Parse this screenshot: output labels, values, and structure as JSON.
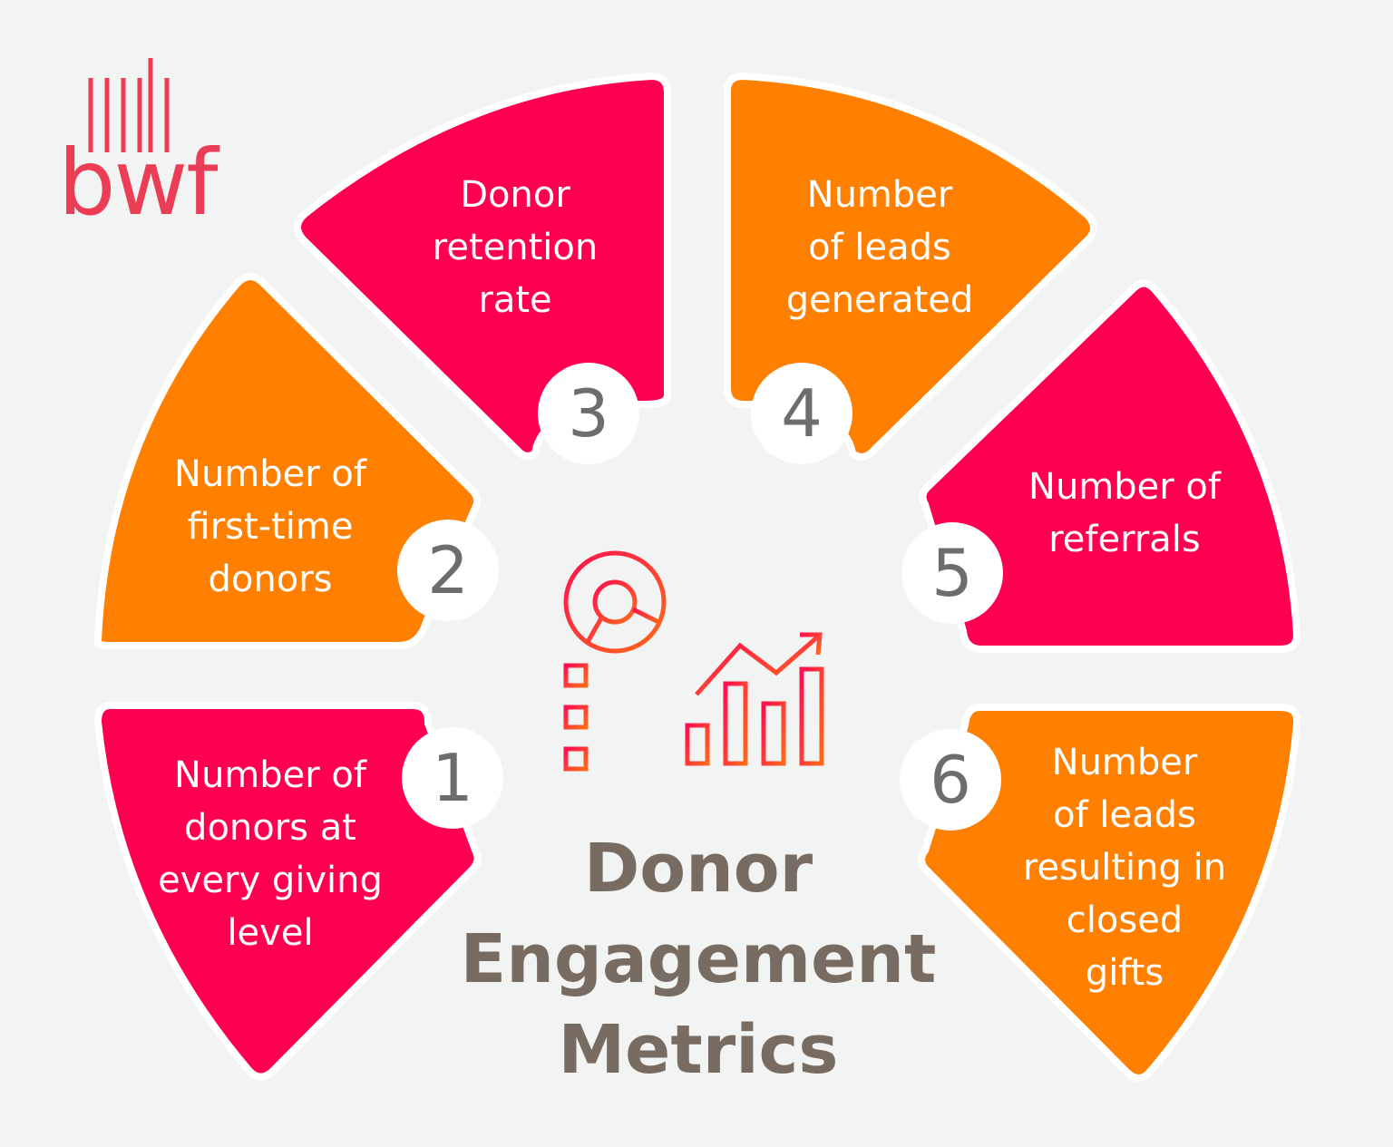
{
  "logo": {
    "text": "bwf",
    "color": "#ec3d56"
  },
  "title_lines": [
    "Donor",
    "Engagement",
    "Metrics"
  ],
  "title_color": "#786b62",
  "colors": {
    "pink": "#ff0050",
    "orange": "#ff8000",
    "badge_text": "#6f6c6c",
    "background": "#f2f3f3"
  },
  "center_icon": "analytics-dashboard-icon",
  "metrics": [
    {
      "number": "1",
      "label": [
        "Number of",
        "donors at",
        "every giving",
        "level"
      ],
      "color": "pink"
    },
    {
      "number": "2",
      "label": [
        "Number of",
        "first-time",
        "donors"
      ],
      "color": "orange"
    },
    {
      "number": "3",
      "label": [
        "Donor",
        "retention",
        "rate"
      ],
      "color": "pink"
    },
    {
      "number": "4",
      "label": [
        "Number",
        "of leads",
        "generated"
      ],
      "color": "orange"
    },
    {
      "number": "5",
      "label": [
        "Number of",
        "referrals"
      ],
      "color": "pink"
    },
    {
      "number": "6",
      "label": [
        "Number",
        "of leads",
        "resulting in",
        "closed",
        "gifts"
      ],
      "color": "orange"
    }
  ]
}
